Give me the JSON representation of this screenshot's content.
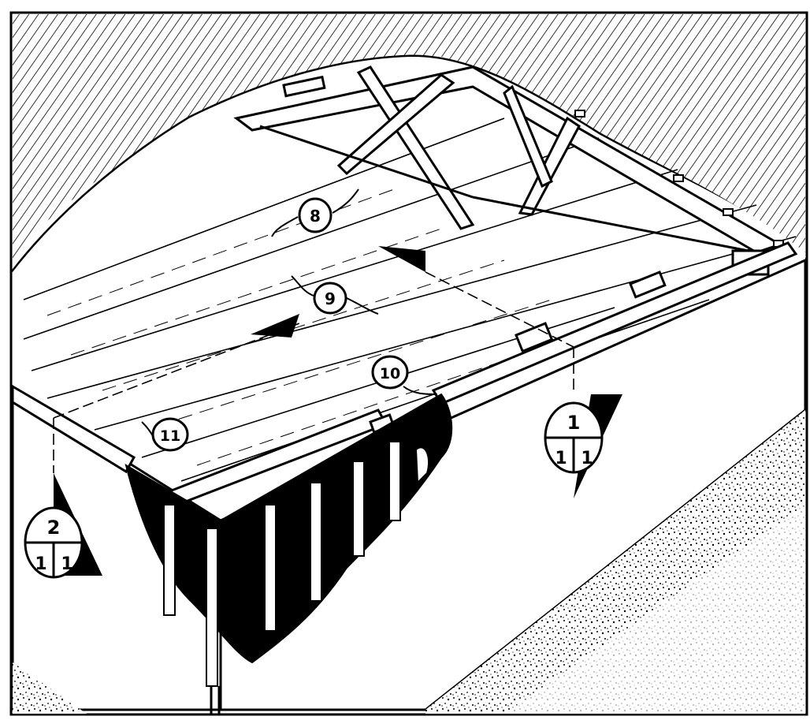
{
  "callouts": {
    "c8": "8",
    "c9": "9",
    "c10": "10",
    "c11": "11"
  },
  "section_markers": {
    "marker_1": {
      "top": "1",
      "bottom_left": "1",
      "bottom_right": "1"
    },
    "marker_2": {
      "top": "2",
      "bottom_left": "1",
      "bottom_right": "1"
    }
  }
}
